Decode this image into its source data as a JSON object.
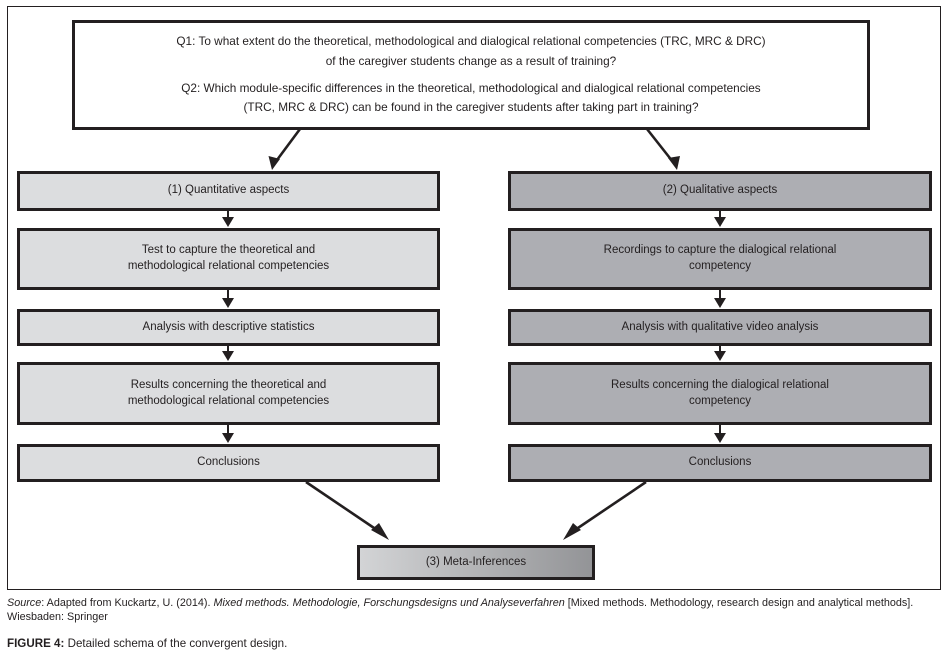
{
  "figure": {
    "frame_border_color": "#231f20",
    "quant_fill": "#dcdddf",
    "qual_fill": "#adaeb3",
    "meta_fill_left": "#d3d4d6",
    "meta_fill_right": "#939497"
  },
  "question_box": {
    "q1_line1": "Q1: To what extent do the theoretical, methodological and dialogical relational competencies (TRC, MRC & DRC)",
    "q1_line2": "of the caregiver students change as a result of training?",
    "q2_line1": "Q2: Which module-specific differences in the theoretical, methodological and dialogical  relational competencies",
    "q2_line2": "(TRC, MRC & DRC) can be found in the caregiver students after  taking part in training?"
  },
  "quantitative_column": {
    "header": "(1) Quantitative aspects",
    "steps": [
      "Test to capture the theoretical and\nmethodological relational competencies",
      "Analysis with descriptive statistics",
      "Results concerning the theoretical and\nmethodological relational competencies",
      "Conclusions"
    ]
  },
  "qualitative_column": {
    "header": "(2) Qualitative aspects",
    "steps": [
      "Recordings to capture the dialogical relational\ncompetency",
      "Analysis with qualitative video analysis",
      "Results concerning the dialogical relational\ncompetency",
      "Conclusions"
    ]
  },
  "meta": {
    "label": "(3) Meta-Inferences"
  },
  "caption": {
    "source_label": "Source",
    "source_text_a": ": Adapted from Kuckartz, U. (2014). ",
    "source_italic_a": "Mixed methods. Methodologie, Forschungsdesigns und Analyseverfahren",
    "source_text_b": " [Mixed methods. Methodology, research design and analytical methods].",
    "source_line2": "Wiesbaden: Springer",
    "figure_label": "FIGURE 4:",
    "figure_text": " Detailed schema of the convergent design."
  }
}
